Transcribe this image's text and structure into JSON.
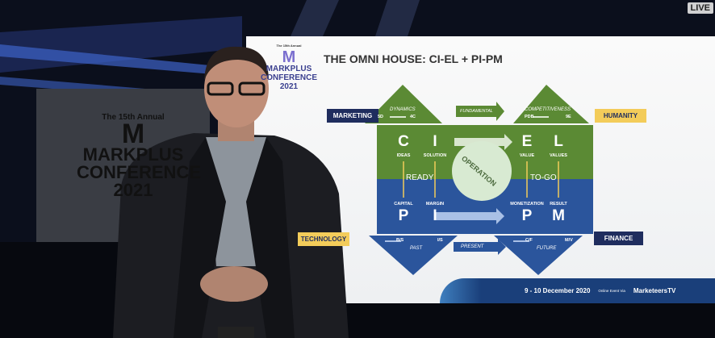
{
  "badge": {
    "live": "LIVE"
  },
  "backdrop": {
    "annual": "The 15th Annual",
    "m": "M",
    "line1": "MARKPLUS",
    "line2": "CONFERENCE",
    "year": "2021"
  },
  "slide": {
    "logo": {
      "annual": "The 15th Annual",
      "m": "M",
      "line1": "MARKPLUS",
      "line2": "CONFERENCE",
      "year": "2021"
    },
    "title": "THE OMNI HOUSE: CI-EL + PI-PM",
    "labels": {
      "marketing": "MARKETING",
      "humanity": "HUMANITY",
      "technology": "TECHNOLOGY",
      "finance": "FINANCE"
    },
    "top_left": {
      "title": "DYNAMICS",
      "a": "5D",
      "b": "4C"
    },
    "fundamental": "FUNDAMENTAL",
    "top_right": {
      "title": "COMPETITIVENESS",
      "a": "PDB",
      "b": "9E"
    },
    "upper": [
      {
        "letter": "C",
        "word": "IDEAS"
      },
      {
        "letter": "I",
        "word": "SOLUTION"
      },
      {
        "letter": "E",
        "word": "VALUE"
      },
      {
        "letter": "L",
        "word": "VALUES"
      }
    ],
    "lower": [
      {
        "letter": "P",
        "word": "CAPITAL"
      },
      {
        "letter": "I",
        "word": "MARGIN"
      },
      {
        "letter": "P",
        "word": "MONETIZATION"
      },
      {
        "letter": "M",
        "word": "RESULT"
      }
    ],
    "ready": "READY",
    "togo": "TO-GO",
    "operation": "OPERATION",
    "bottom_left": {
      "a": "B/S",
      "b": "I/S",
      "title": "PAST"
    },
    "present": "PRESENT",
    "bottom_right": {
      "a": "C/F",
      "b": "M/V",
      "title": "FUTURE"
    },
    "footer": {
      "dates": "9 - 10 December 2020",
      "via": "Online Event Via",
      "brand": "MarketeersTV"
    }
  },
  "colors": {
    "green": "#5b8a34",
    "blue": "#2b559c",
    "navy": "#1f2d5e",
    "yellow": "#f3cc5a"
  }
}
